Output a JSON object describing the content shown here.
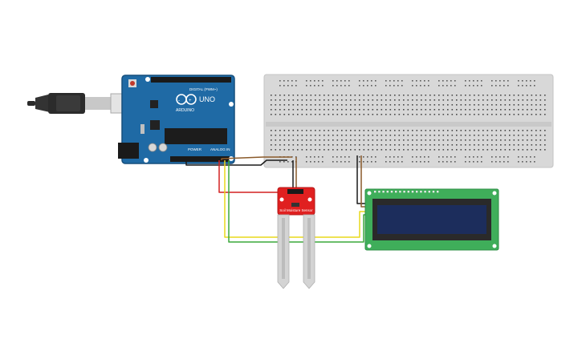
{
  "board": {
    "brand": "ARDUINO",
    "model": "UNO",
    "digital_label": "DIGITAL (PWM~)",
    "power_label": "POWER",
    "analog_label": "ANALOG IN"
  },
  "sensor": {
    "label": "Soil Moisture Sensor"
  },
  "colors": {
    "arduino_blue": "#1f6aa5",
    "breadboard": "#d8d8d8",
    "sensor_red": "#e02020",
    "lcd_green": "#3fae5a",
    "lcd_screen": "#1c2d5c",
    "wire_red": "#d42020",
    "wire_yellow": "#e8d81c",
    "wire_green": "#3aa83a",
    "wire_black": "#1a1a1a",
    "wire_brown": "#8a5a2a"
  }
}
